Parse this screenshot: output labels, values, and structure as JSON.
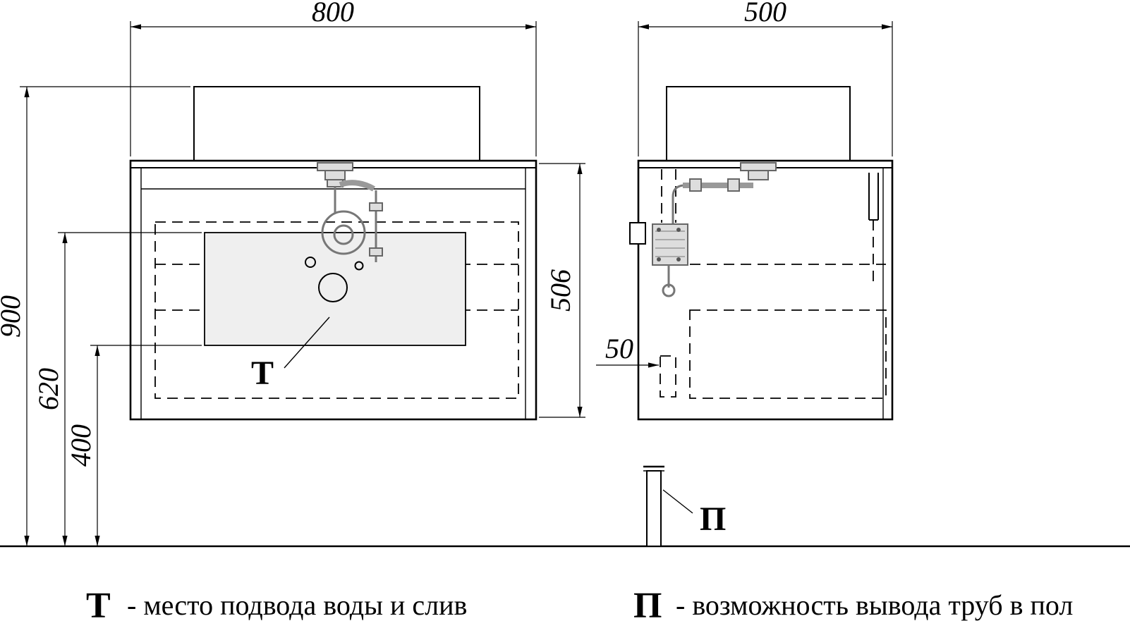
{
  "dimensions": {
    "front_width": "800",
    "side_depth": "500",
    "total_height": "900",
    "drain_height": "620",
    "supply_height": "400",
    "cabinet_height": "506",
    "pipe_offset": "50"
  },
  "markers": {
    "t": "Т",
    "p": "П"
  },
  "legend": {
    "t_symbol": "Т",
    "t_text": "- место подвода воды и слив",
    "p_symbol": "П",
    "p_text": "- возможность вывода труб в пол"
  }
}
